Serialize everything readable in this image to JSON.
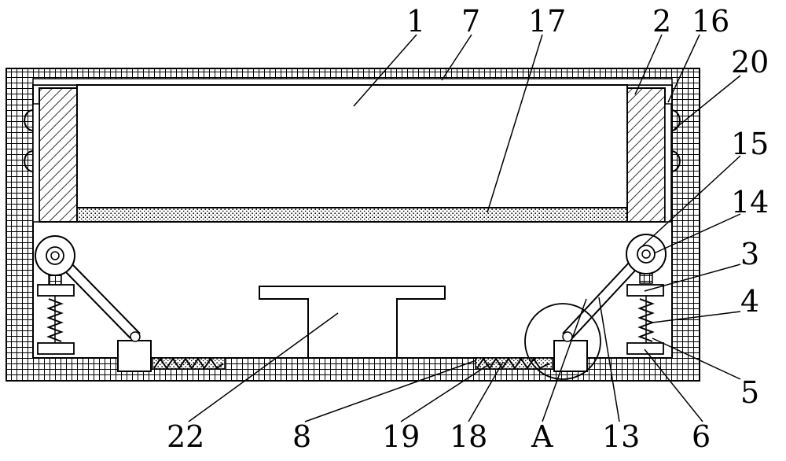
{
  "figure": {
    "labels": [
      "1",
      "7",
      "17",
      "2",
      "16",
      "20",
      "15",
      "14",
      "3",
      "4",
      "5",
      "6",
      "13",
      "A",
      "18",
      "19",
      "8",
      "22"
    ]
  }
}
